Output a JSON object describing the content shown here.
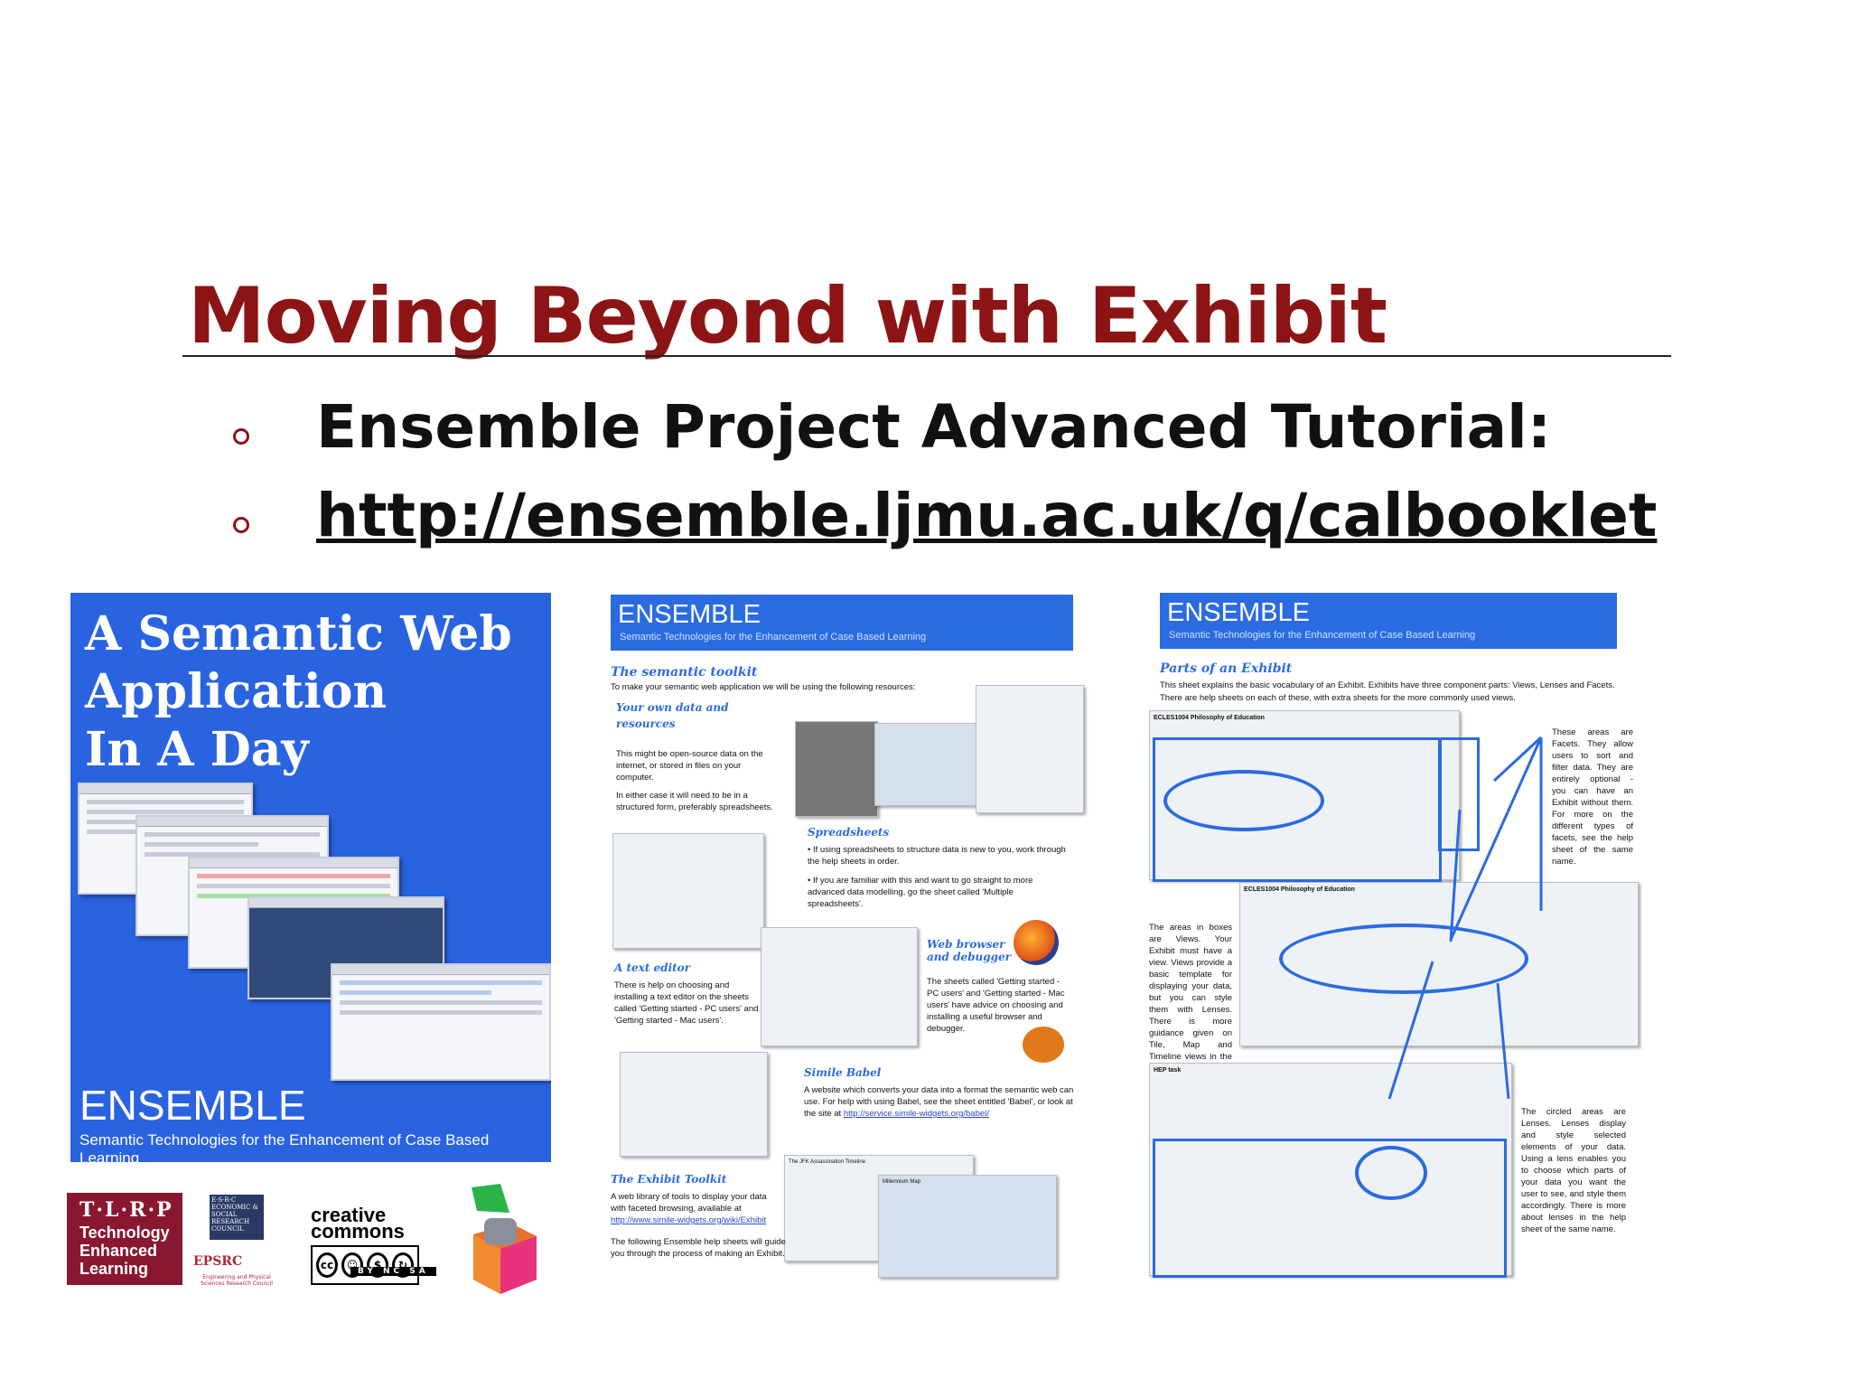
{
  "slide": {
    "title": "Moving Beyond with Exhibit",
    "bullets": [
      "Ensemble Project Advanced Tutorial:",
      "http://ensemble.ljmu.ac.uk/q/calbooklet"
    ]
  },
  "cover": {
    "title_line1": "A Semantic Web",
    "title_line2": "Application",
    "title_line3": "In A Day",
    "brand": "ENSEMBLE",
    "subtitle": "Semantic Technologies for the Enhancement of Case Based Learning"
  },
  "logos": {
    "tlrp_top": "T·L·R·P",
    "tlrp_line1": "Technology",
    "tlrp_line2": "Enhanced",
    "tlrp_line3": "Learning",
    "esrc": "E·S·R·C ECONOMIC & SOCIAL RESEARCH COUNCIL",
    "epsrc": "EPSRC",
    "epsrc_sub": "Engineering and Physical Sciences Research Council",
    "cc_top": "creative commons",
    "cc_badges": "BY NC SA"
  },
  "toolkit": {
    "brand": "ENSEMBLE",
    "subtitle": "Semantic Technologies for the Enhancement of Case Based Learning",
    "heading": "The semantic toolkit",
    "intro": "To make your semantic web application we will be using the following resources:",
    "own_data_title": "Your own data and resources",
    "own_data_text1": "This might be open-source data on the internet, or stored in files on your computer.",
    "own_data_text2": "In either case it will need to be in a structured form, preferably spreadsheets.",
    "spreadsheets_title": "Spreadsheets",
    "spreadsheets_b1": "If using spreadsheets to structure data is new to you, work through the help sheets in order.",
    "spreadsheets_b2": "If you are familiar with this and want to go straight to more advanced data modelling, go the sheet called 'Multiple spreadsheets'.",
    "text_editor_title": "A text editor",
    "text_editor_text": "There is help on choosing and installing a text editor on the sheets called 'Getting started - PC users' and 'Getting started - Mac users'.",
    "browser_title_1": "Web browser",
    "browser_title_2": "and debugger",
    "browser_text": "The sheets called 'Getting started - PC users' and 'Getting started - Mac users' have advice on choosing and installing a useful browser and debugger.",
    "babel_title": "Simile Babel",
    "babel_text": "A website which converts your data into a format the semantic web can use. For help with using Babel, see the sheet entitled 'Babel', or look at the site at",
    "babel_link": "http://service.simile-widgets.org/babel/",
    "exhibit_title": "The Exhibit Toolkit",
    "exhibit_text": "A web library of tools to display your data with faceted browsing, available at",
    "exhibit_link": "http://www.simile-widgets.org/wiki/Exhibit",
    "exhibit_text2": "The following Ensemble help sheets will guide you through the process of making an Exhibit.",
    "jfk_caption": "The JFK Assassination Timeline",
    "millennium_caption": "Millennium Map"
  },
  "parts": {
    "brand": "ENSEMBLE",
    "subtitle": "Semantic Technologies for the Enhancement of Case Based Learning",
    "heading": "Parts of an Exhibit",
    "intro1": "This sheet explains the basic vocabulary of an Exhibit. Exhibits have three component parts: Views, Lenses and Facets.",
    "intro2": "There are help sheets on each of these, with extra sheets for the more commonly used views.",
    "screen1_title": "ECLES1004 Philosophy of Education",
    "screen2_title": "ECLES1004 Philosophy of Education",
    "screen3_title": "HEP task",
    "facets_note": "These areas are Facets. They allow users to sort and filter data. They are entirely optional - you can have an Exhibit without them. For more on the different types of facets, see the help sheet of the same name.",
    "views_note": "The areas in boxes are Views. Your Exhibit must have a view. Views provide a basic template for displaying your data, but you can style them with Lenses. There is more guidance given on Tile, Map and Timeline views in the relevant help sheets.",
    "lenses_note": "The circled areas are Lenses. Lenses display and style selected elements of your data. Using a lens enables you to choose which parts of your data you want the user to see, and style them accordingly. There is more about lenses in the help sheet of the same name."
  },
  "colors": {
    "title_red": "#8d1414",
    "cover_blue": "#2a63e0",
    "accent_blue": "#2b6be0",
    "tlrp_maroon": "#8a1730"
  }
}
